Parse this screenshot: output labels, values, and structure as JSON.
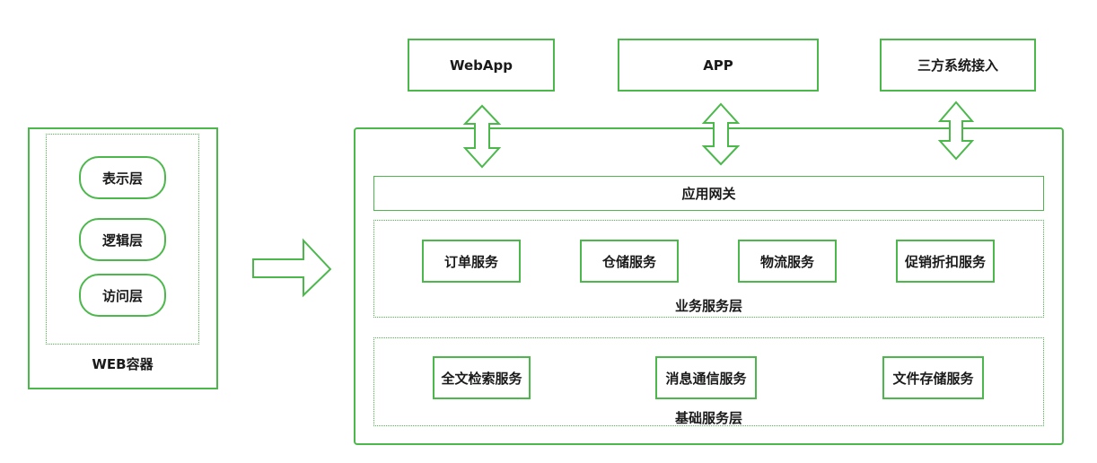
{
  "colors": {
    "accent": "#4cb84c"
  },
  "web_container": {
    "title": "WEB容器",
    "layers": [
      "表示层",
      "逻辑层",
      "访问层"
    ]
  },
  "clients": [
    "WebApp",
    "APP",
    "三方系统接入"
  ],
  "gateway": "应用网关",
  "business_layer": {
    "title": "业务服务层",
    "services": [
      "订单服务",
      "仓储服务",
      "物流服务",
      "促销折扣服务"
    ]
  },
  "base_layer": {
    "title": "基础服务层",
    "services": [
      "全文检索服务",
      "消息通信服务",
      "文件存储服务"
    ]
  }
}
